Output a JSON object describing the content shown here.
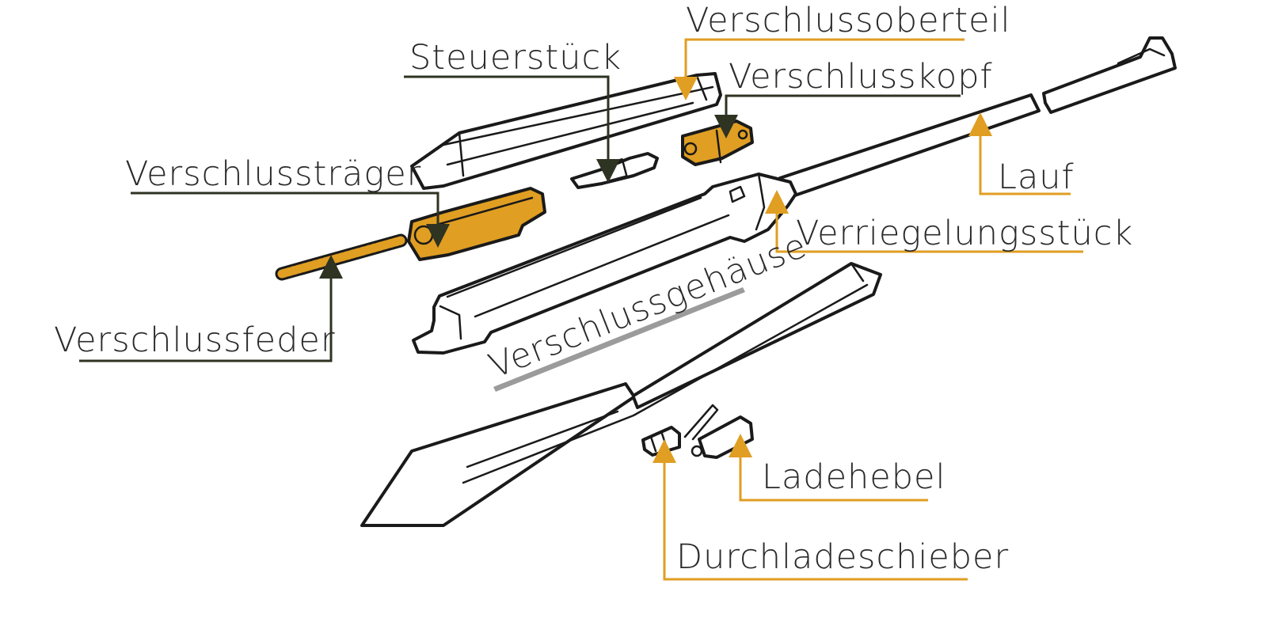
{
  "colors": {
    "accent": "#E09E22",
    "leader_dark": "#2E3322",
    "caption_bar": "#9b9b9b",
    "outline": "#1a1a1a",
    "part_fill": "#ffffff"
  },
  "labels": {
    "verschlussoberteil": "Verschlussoberteil",
    "steuerstueck": "Steuerstück",
    "verschlusskopf": "Verschlusskopf",
    "verschlusstraeger": "Verschlussträger",
    "lauf": "Lauf",
    "verriegelungsstueck": "Verriegelungsstück",
    "verschlussgehaeuse": "Verschlussgehäuse",
    "verschlussfeder": "Verschlussfeder",
    "ladehebel": "Ladehebel",
    "durchladeschieber": "Durchladeschieber"
  }
}
